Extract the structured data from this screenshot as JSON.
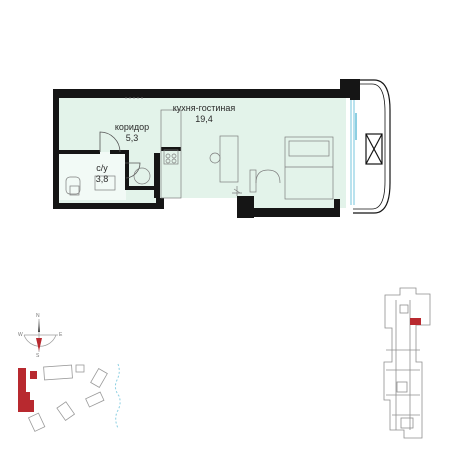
{
  "plan": {
    "rooms": [
      {
        "id": "living",
        "name": "кухня-гостиная",
        "area": "19,4"
      },
      {
        "id": "corridor",
        "name": "коридор",
        "area": "5,3"
      },
      {
        "id": "bathroom",
        "name": "с/у",
        "area": "3,8"
      }
    ]
  },
  "compass": {
    "north": "N",
    "south": "S",
    "west": "W",
    "east": "E"
  },
  "colors": {
    "room_fill": "#e3f3ea",
    "wall": "#151515",
    "highlight": "#b8292f",
    "window_line": "#bfe2ee",
    "thin_line": "#9a9a9a"
  }
}
